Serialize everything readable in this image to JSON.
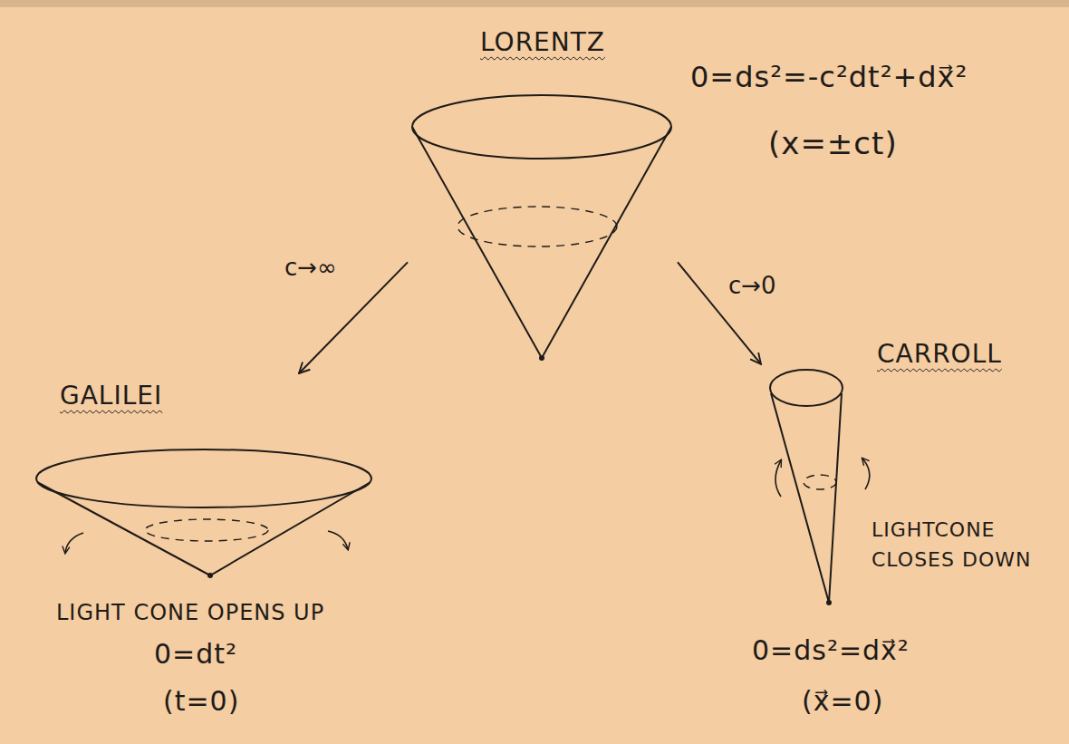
{
  "diagram": {
    "nodes": [
      {
        "text": [
          "LORENTZ"
        ]
      },
      {
        "text": [
          "GALILEI"
        ]
      },
      {
        "text": [
          "CARROLL"
        ]
      }
    ],
    "edges": [
      {
        "from": 0,
        "to": 1,
        "arrow": "to",
        "label": "c→∞"
      },
      {
        "from": 0,
        "to": 2,
        "arrow": "to",
        "label": "c→0"
      }
    ],
    "labels": [
      "0=ds²=-c²dt²+dx⃗²",
      "(x=±ct)",
      "LIGHT CONE OPENS UP",
      "0=dt²",
      "(t=0)",
      "LIGHTCONE CLOSES DOWN",
      "0=ds²=dx⃗²",
      "(x⃗=0)"
    ]
  }
}
